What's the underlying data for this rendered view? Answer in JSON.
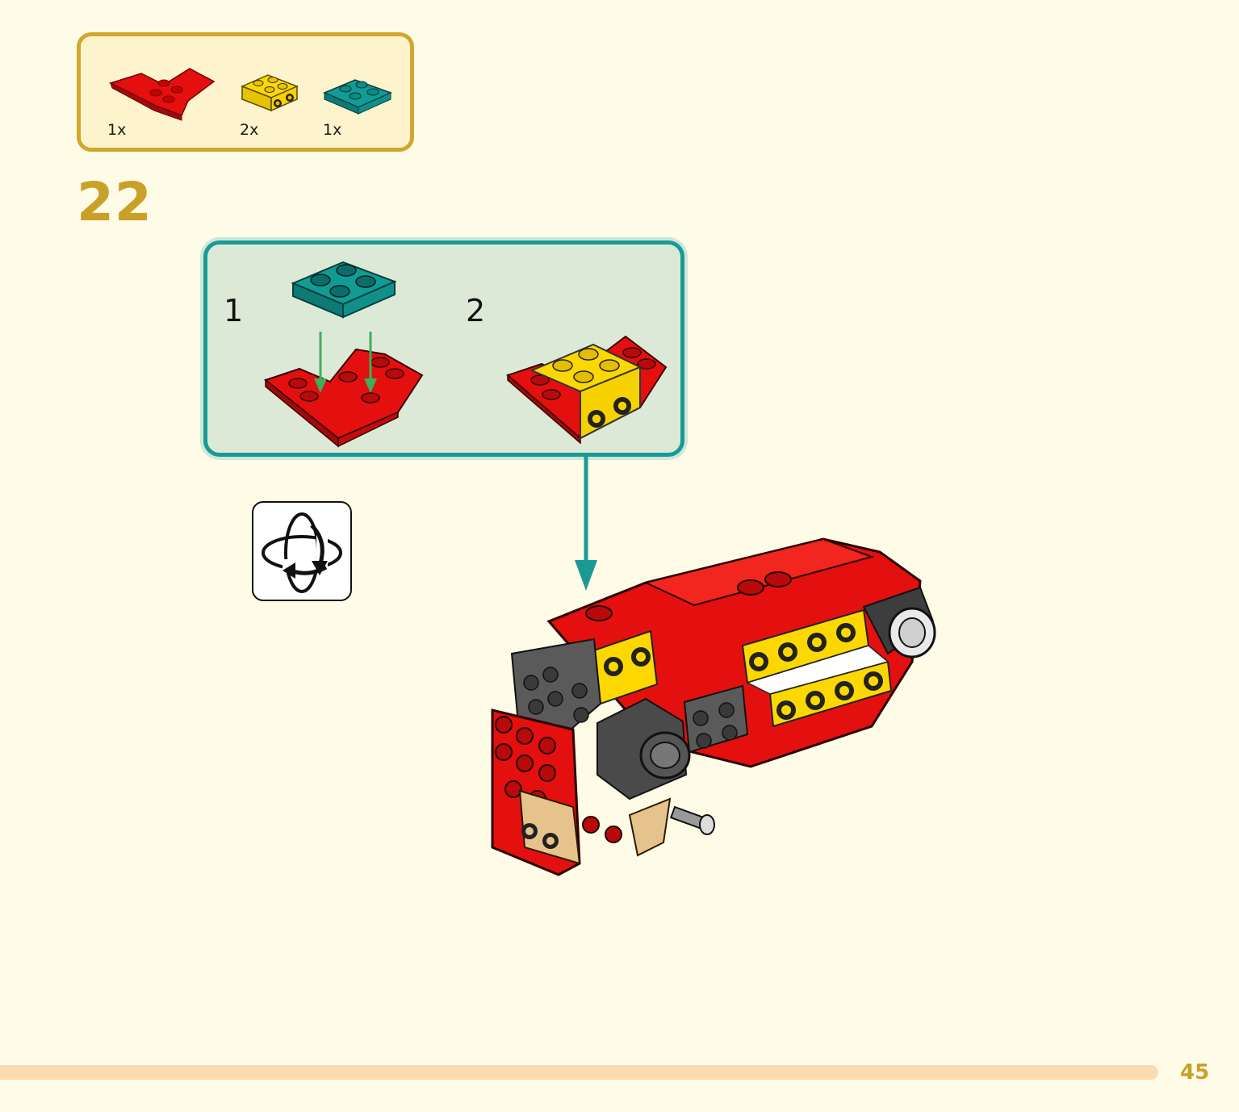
{
  "parts_list": {
    "items": [
      {
        "name": "red-inverted-slope-piece",
        "quantity": "1x",
        "color": "#e3100f"
      },
      {
        "name": "yellow-bracket-piece",
        "quantity": "2x",
        "color": "#fcd800"
      },
      {
        "name": "teal-plate-piece",
        "quantity": "1x",
        "color": "#129b95"
      }
    ]
  },
  "step": {
    "number": "22"
  },
  "substeps": [
    {
      "number": "1"
    },
    {
      "number": "2"
    }
  ],
  "rotate_icon": {
    "name": "rotate-model-icon"
  },
  "page": {
    "number": "45"
  },
  "colors": {
    "background": "#fefbe6",
    "accent_gold": "#c9a02a",
    "callout_teal": "#1a9a94",
    "brick_red": "#e3100f",
    "brick_yellow": "#fcd800",
    "brick_teal": "#129b95",
    "brick_gray": "#5a5a5a",
    "arrow_green": "#3caf5a"
  }
}
